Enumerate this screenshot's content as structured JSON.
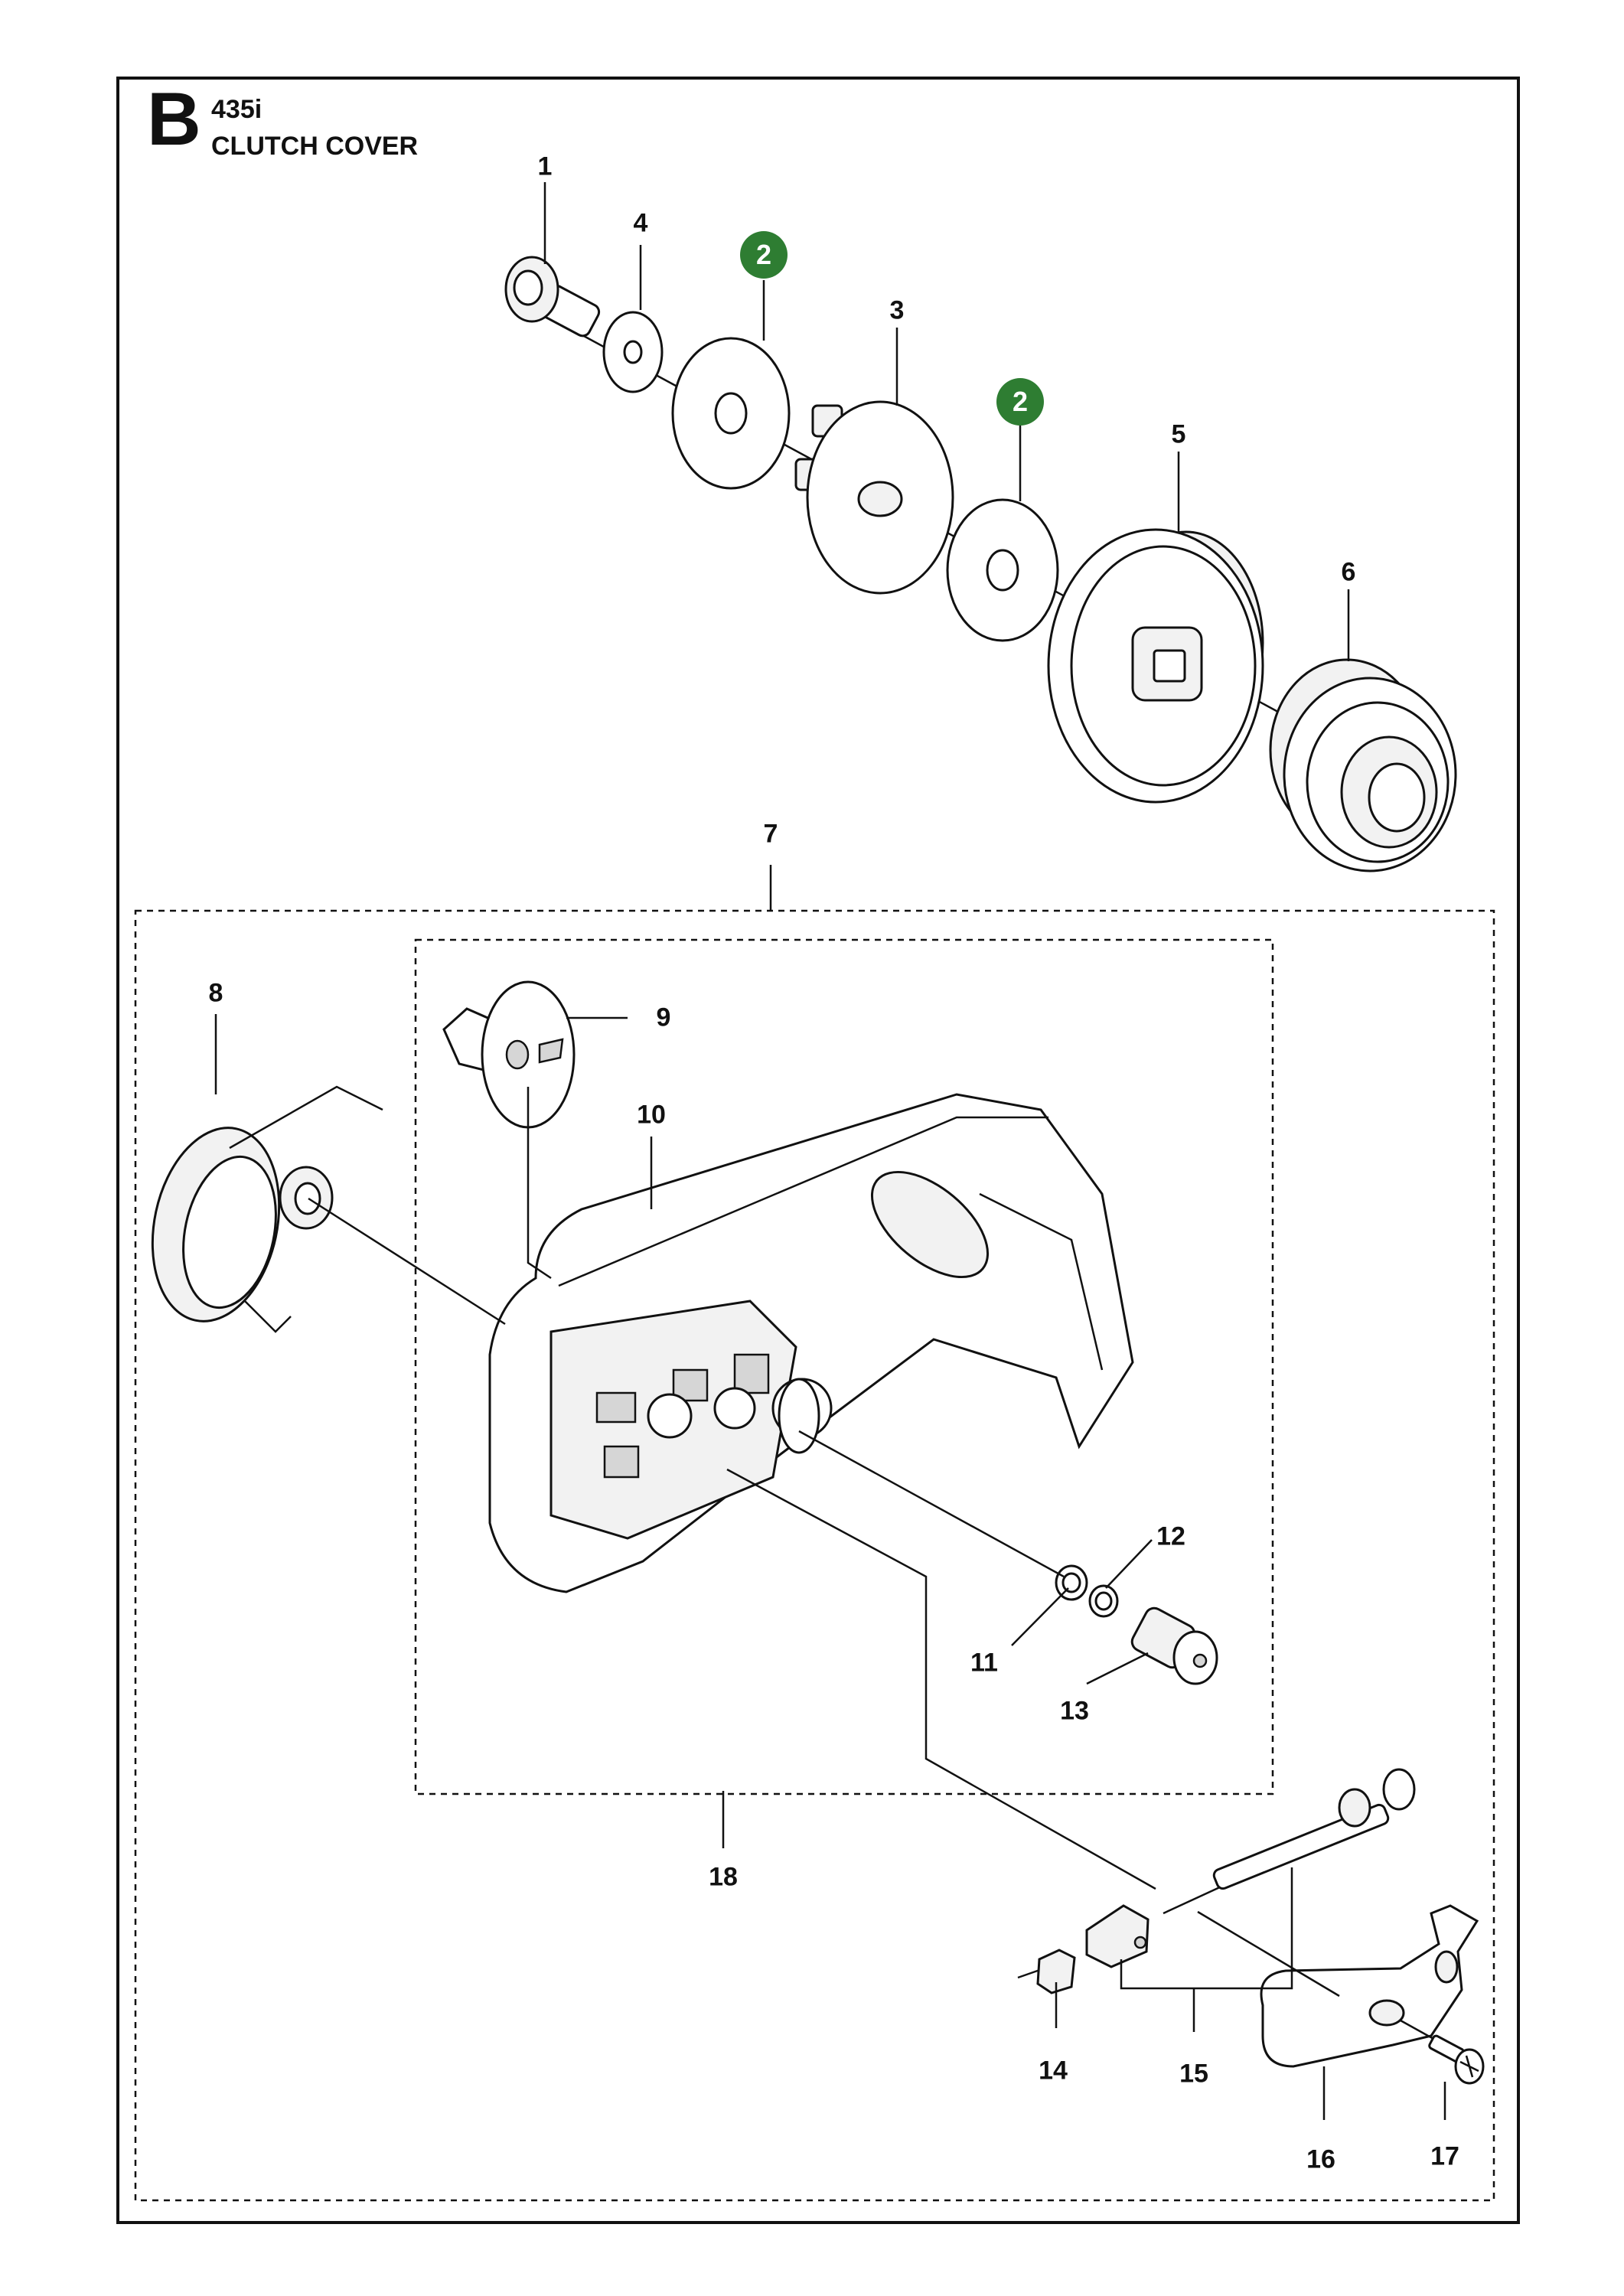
{
  "header": {
    "section_letter": "B",
    "model": "435i",
    "title": "CLUTCH COVER"
  },
  "callouts": [
    {
      "id": "c1",
      "label": "1",
      "highlight": false
    },
    {
      "id": "c4",
      "label": "4",
      "highlight": false
    },
    {
      "id": "c2a",
      "label": "2",
      "highlight": true
    },
    {
      "id": "c3",
      "label": "3",
      "highlight": false
    },
    {
      "id": "c2b",
      "label": "2",
      "highlight": true
    },
    {
      "id": "c5",
      "label": "5",
      "highlight": false
    },
    {
      "id": "c6",
      "label": "6",
      "highlight": false
    },
    {
      "id": "c7",
      "label": "7",
      "highlight": false
    },
    {
      "id": "c8",
      "label": "8",
      "highlight": false
    },
    {
      "id": "c9",
      "label": "9",
      "highlight": false
    },
    {
      "id": "c10",
      "label": "10",
      "highlight": false
    },
    {
      "id": "c12",
      "label": "12",
      "highlight": false
    },
    {
      "id": "c11",
      "label": "11",
      "highlight": false
    },
    {
      "id": "c13",
      "label": "13",
      "highlight": false
    },
    {
      "id": "c18",
      "label": "18",
      "highlight": false
    },
    {
      "id": "c14",
      "label": "14",
      "highlight": false
    },
    {
      "id": "c15",
      "label": "15",
      "highlight": false
    },
    {
      "id": "c16",
      "label": "16",
      "highlight": false
    },
    {
      "id": "c17",
      "label": "17",
      "highlight": false
    }
  ],
  "colors": {
    "highlight_badge": "#2e7d32",
    "line": "#111111"
  }
}
